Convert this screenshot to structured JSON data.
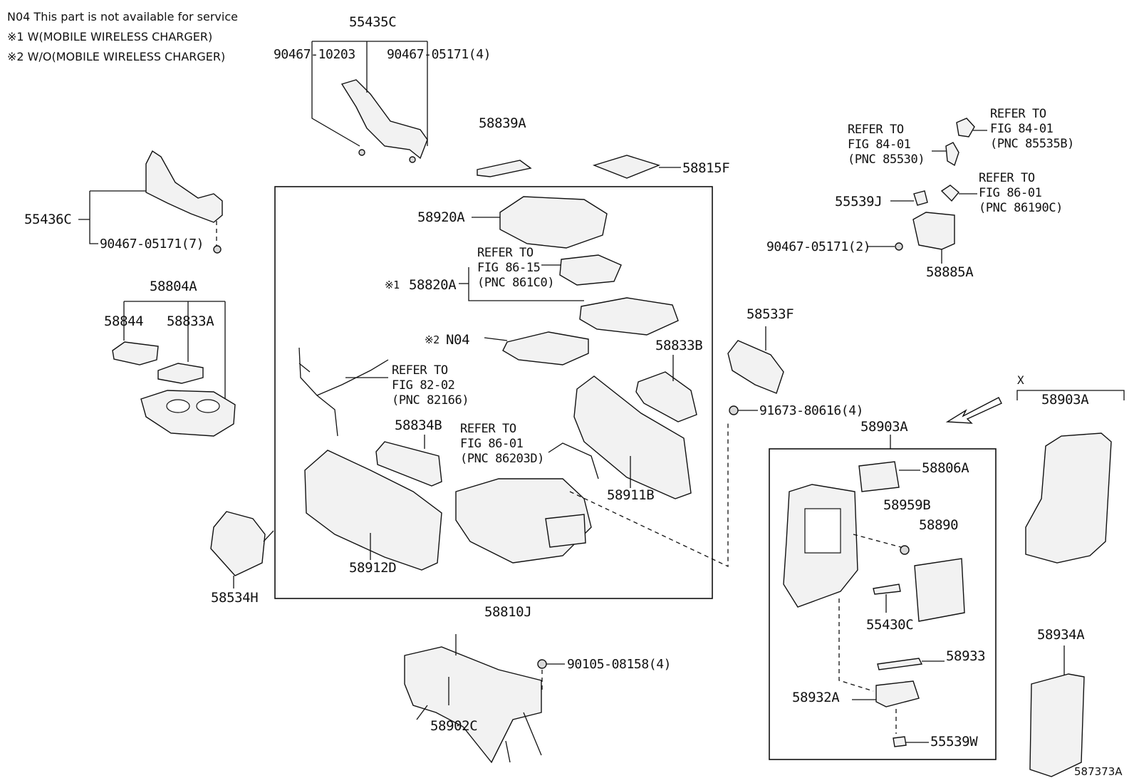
{
  "notes": {
    "n04": "N04 This part is not available for service",
    "n1": "※1 W(MOBILE WIRELESS CHARGER)",
    "n2": "※2 W/O(MOBILE WIRELESS CHARGER)"
  },
  "parts": {
    "p55435C": "55435C",
    "p90467_10203": "90467-10203",
    "p90467_05171_4": "90467-05171(4)",
    "p58839A": "58839A",
    "p58815F": "58815F",
    "p55436C": "55436C",
    "p90467_05171_7": "90467-05171(7)",
    "p58804A": "58804A",
    "p58844": "58844",
    "p58833A": "58833A",
    "p58534H": "58534H",
    "p58920A": "58920A",
    "p58820A": "58820A",
    "p58820A_mark": "※1",
    "pN04": "N04",
    "pN04_mark": "※2",
    "p58833B": "58833B",
    "p58834B": "58834B",
    "p58911B": "58911B",
    "p58912D": "58912D",
    "p58810J": "58810J",
    "p90105_08158_4": "90105-08158(4)",
    "p58902C": "58902C",
    "p55539J": "55539J",
    "p90467_05171_2": "90467-05171(2)",
    "p58885A": "58885A",
    "p58533F": "58533F",
    "p91673_80616_4": "91673-80616(4)",
    "p58903A_box": "58903A",
    "p58806A": "58806A",
    "p58959B": "58959B",
    "p58890": "58890",
    "p55430C": "55430C",
    "p58933": "58933",
    "p58932A": "58932A",
    "p55539W": "55539W",
    "x_mark": "X",
    "p58903A_right": "58903A",
    "p58934A": "58934A",
    "figure_id": "587373A"
  },
  "refs": {
    "fig8615": {
      "l1": "REFER TO",
      "l2": "FIG 86-15",
      "l3": "(PNC 861C0)"
    },
    "fig8202": {
      "l1": "REFER TO",
      "l2": "FIG 82-02",
      "l3": "(PNC 82166)"
    },
    "fig8601a": {
      "l1": "REFER TO",
      "l2": "FIG 86-01",
      "l3": "(PNC 86203D)"
    },
    "fig8401a": {
      "l1": "REFER TO",
      "l2": "FIG 84-01",
      "l3": "(PNC 85530)"
    },
    "fig8401b": {
      "l1": "REFER TO",
      "l2": "FIG 84-01",
      "l3": "(PNC 85535B)"
    },
    "fig8601b": {
      "l1": "REFER TO",
      "l2": "FIG 86-01",
      "l3": "(PNC 86190C)"
    }
  }
}
